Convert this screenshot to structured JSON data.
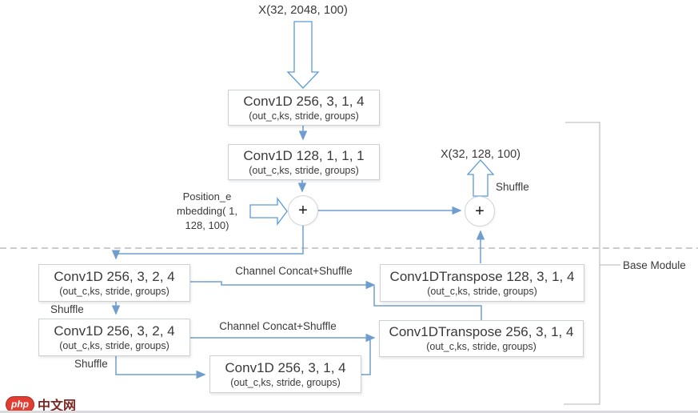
{
  "page": {
    "input_tensor": "X(32, 2048, 100)",
    "output_tensor": "X(32, 128, 100)",
    "plus": "+",
    "param_hint": "(out_c,ks, stride, groups)",
    "position_embedding": "Position_e\nmbedding(\n1, 128, 100)",
    "blocks": {
      "conv_a": "Conv1D 256, 3, 1, 4",
      "conv_b": "Conv1D 128, 1, 1, 1",
      "conv_c": "Conv1D 256, 3, 2, 4",
      "conv_d": "Conv1D 256, 3, 2, 4",
      "conv_e": "Conv1D 256, 3, 1, 4",
      "deconv_a": "Conv1DTranspose 128, 3, 1, 4",
      "deconv_b": "Conv1DTranspose 256, 3, 1, 4"
    },
    "labels": {
      "shuffle_out": "Shuffle",
      "shuffle_mid": "Shuffle",
      "shuffle_bottom": "Shuffle",
      "concat_top": "Channel Concat+Shuffle",
      "concat_bottom": "Channel Concat+Shuffle",
      "base_module": "Base Module"
    },
    "logo": {
      "badge": "php",
      "name": "中文网"
    },
    "colors": {
      "line_blue": "#6f9dd0",
      "arrow_outline_blue": "#5b9bd5",
      "box_border": "#ccd1d6",
      "bracket_gray": "#c3c3c3",
      "dash_gray": "#aeaeae",
      "logo_red": "#e23d33"
    }
  }
}
